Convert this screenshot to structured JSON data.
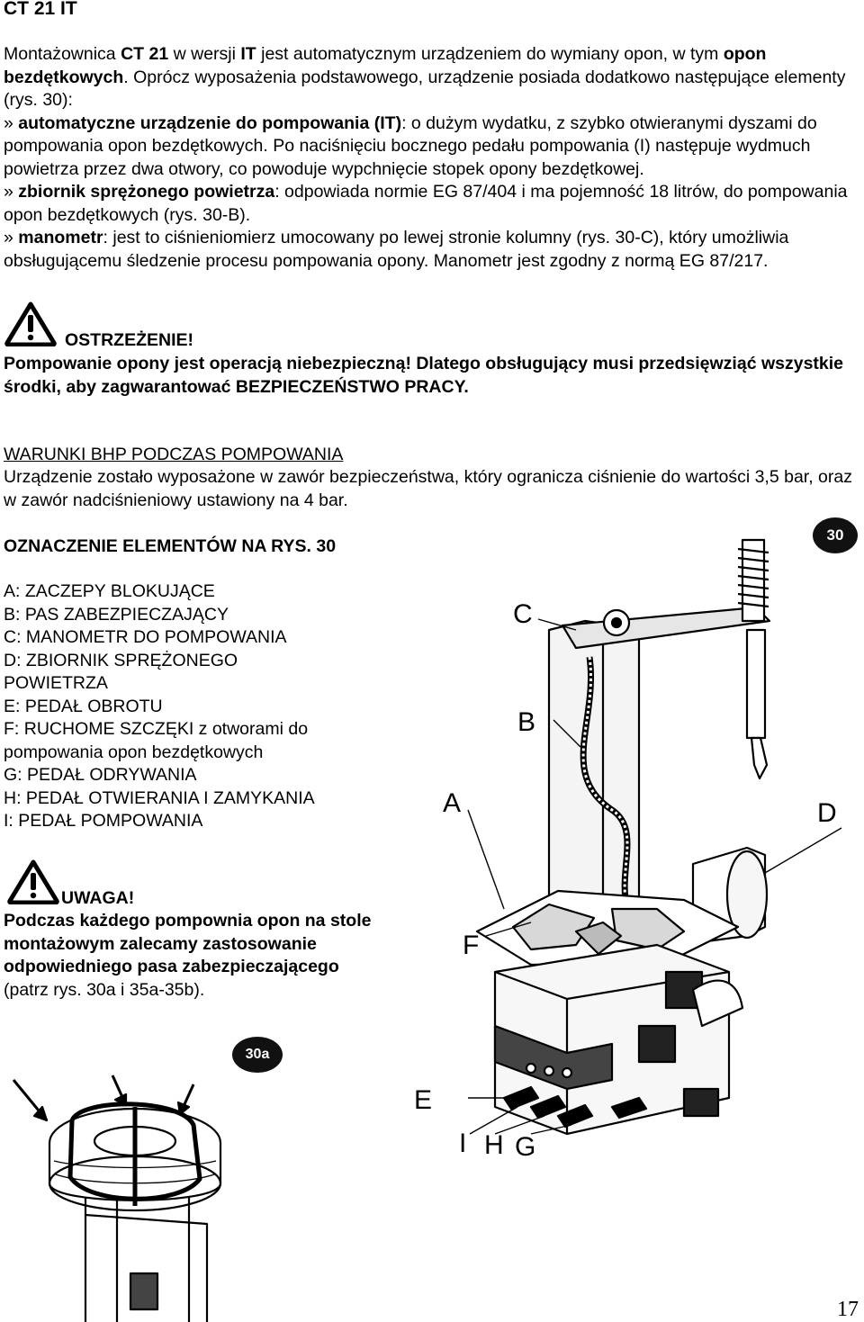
{
  "title": "CT 21 IT",
  "intro": {
    "t1": "Montażownica ",
    "b1": "CT 21",
    "t2": " w wersji ",
    "b2": "IT",
    "t3": " jest automatycznym urządzeniem do wymiany opon, w tym ",
    "b3": "opon bezdętkowych",
    "t4": ". Oprócz wyposażenia podstawowego, urządzenie posiada dodatkowo następujące elementy (rys. 30):"
  },
  "items": [
    {
      "bullet": "» ",
      "term": "automatyczne urządzenie do pompowania (IT)",
      "text": ": o dużym wydatku, z szybko otwieranymi dyszami do pompowania opon bezdętkowych. Po naciśnięciu bocznego pedału pompowania (I) następuje wydmuch powietrza przez dwa otwory, co powoduje wypchnięcie stopek opony bezdętkowej."
    },
    {
      "bullet": "» ",
      "term": "zbiornik sprężonego powietrza",
      "text": ": odpowiada normie EG 87/404 i ma pojemność 18 litrów, do pompowania opon bezdętkowych (rys. 30-B)."
    },
    {
      "bullet": "» ",
      "term": "manometr",
      "text": ": jest to ciśnieniomierz umocowany po lewej stronie kolumny (rys. 30-C), który umożliwia obsługującemu śledzenie procesu pompowania opony. Manometr jest zgodny z normą EG 87/217."
    }
  ],
  "warning1": {
    "label": "OSTRZEŻENIE!",
    "text": "Pompowanie opony jest operacją niebezpieczną! Dlatego obsługujący musi przedsięwziąć wszystkie środki, aby zagwarantować BEZPIECZEŃSTWO PRACY."
  },
  "safety": {
    "heading": "WARUNKI BHP PODCZAS POMPOWANIA",
    "text": "Urządzenie zostało wyposażone w zawór bezpieczeństwa, który ogranicza ciśnienie do wartości 3,5 bar, oraz w zawór nadciśnieniowy ustawiony na 4 bar."
  },
  "legend": {
    "heading": "OZNACZENIE ELEMENTÓW NA RYS. 30",
    "items": [
      "A: ZACZEPY BLOKUJĄCE",
      "B: PAS ZABEZPIECZAJĄCY",
      "C: MANOMETR DO POMPOWANIA",
      "D: ZBIORNIK SPRĘŻONEGO POWIETRZA",
      "E: PEDAŁ OBROTU",
      "F: RUCHOME SZCZĘKI z otworami do pompowania opon bezdętkowych",
      "G: PEDAŁ ODRYWANIA",
      "H: PEDAŁ OTWIERANIA I ZAMYKANIA",
      "I: PEDAŁ POMPOWANIA"
    ]
  },
  "warning2": {
    "label": "UWAGA!",
    "bold": "Podczas każdego pompownia opon na stole montażowym zalecamy zastosowanie odpowiedniego pasa zabezpieczającego",
    "normal": "(patrz rys. 30a i 35a-35b)."
  },
  "figure30": {
    "badge": "30",
    "labels": {
      "a": "A",
      "b": "B",
      "c": "C",
      "d": "D",
      "e": "E",
      "f": "F",
      "g": "G",
      "h": "H",
      "i": "I"
    }
  },
  "figure30a": {
    "badge": "30a"
  },
  "page_number": "17"
}
